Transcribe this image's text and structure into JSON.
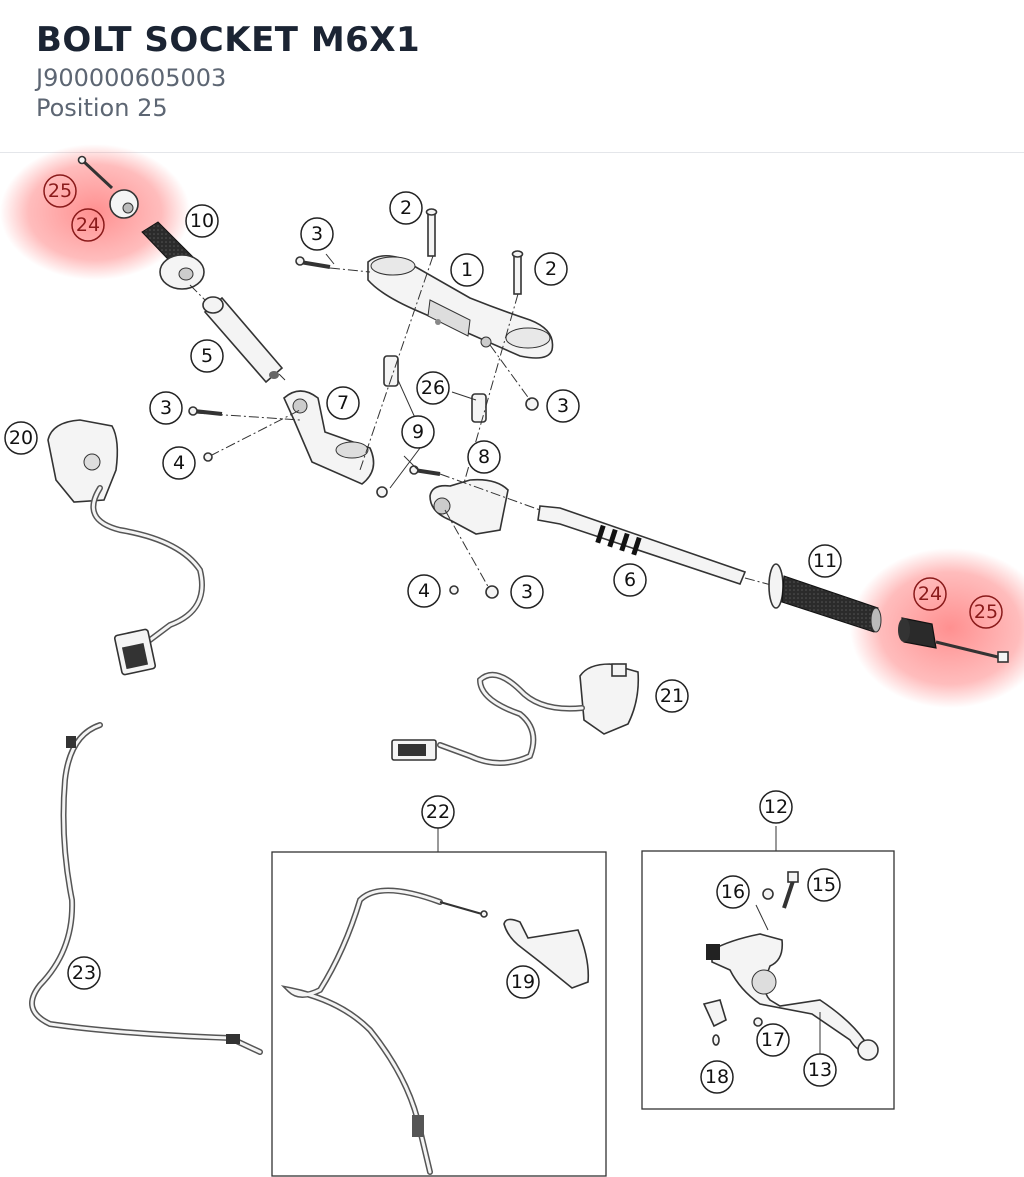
{
  "header": {
    "title": "BOLT SOCKET M6X1",
    "part_number": "J900000605003",
    "position": "Position 25"
  },
  "highlight_color": "#ff6b6b",
  "callouts": {
    "c1": "1",
    "c2a": "2",
    "c2b": "2",
    "c3a": "3",
    "c3b": "3",
    "c3c": "3",
    "c3d": "3",
    "c4a": "4",
    "c4b": "4",
    "c5": "5",
    "c6": "6",
    "c7": "7",
    "c8": "8",
    "c9": "9",
    "c10": "10",
    "c11": "11",
    "c12": "12",
    "c13": "13",
    "c15": "15",
    "c16": "16",
    "c17": "17",
    "c18": "18",
    "c19": "19",
    "c20": "20",
    "c21": "21",
    "c22": "22",
    "c23": "23",
    "c24a": "24",
    "c24b": "24",
    "c25a": "25",
    "c25b": "25",
    "c26": "26"
  }
}
